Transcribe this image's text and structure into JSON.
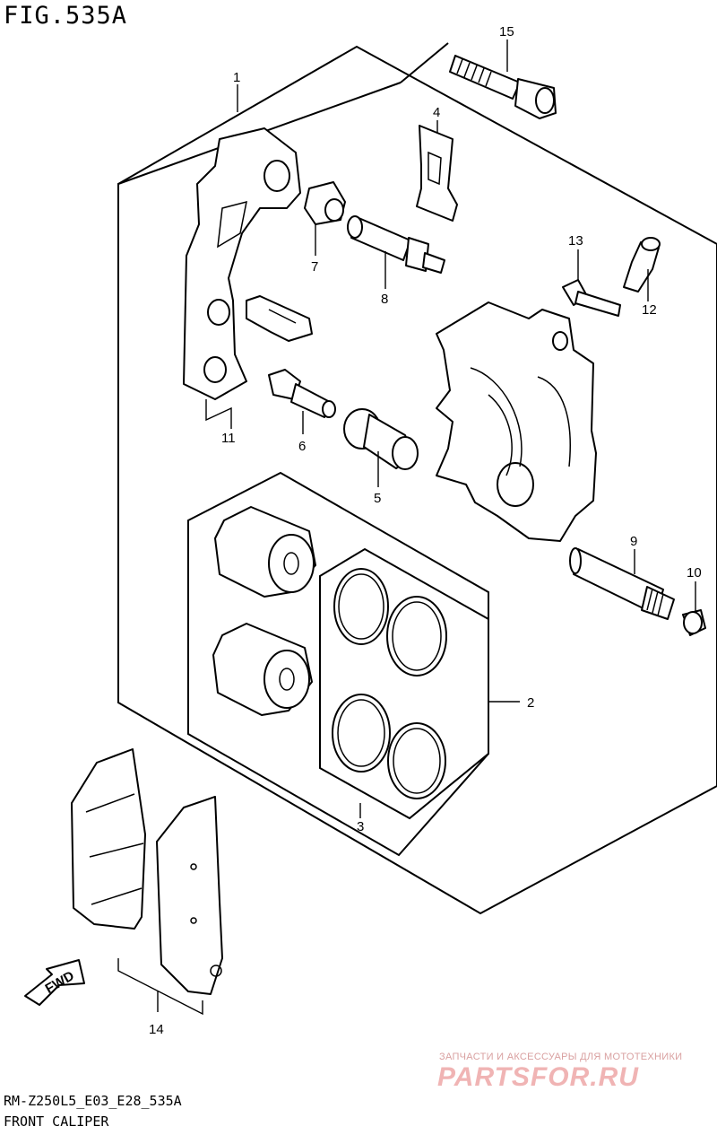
{
  "figure": {
    "title": "FIG.535A"
  },
  "callouts": {
    "c1": "1",
    "c2": "2",
    "c3": "3",
    "c4": "4",
    "c5": "5",
    "c6": "6",
    "c7": "7",
    "c8": "8",
    "c9": "9",
    "c10": "10",
    "c11": "11",
    "c12": "12",
    "c13": "13",
    "c14": "14",
    "c15": "15"
  },
  "direction_arrow": {
    "label": "FWD"
  },
  "watermark": {
    "tagline": "ЗАПЧАСТИ И АКСЕССУАРЫ ДЛЯ МОТОТЕХНИКИ",
    "logo": "PARTSFOR.RU"
  },
  "footer": {
    "model_code": "RM-Z250L5_E03_E28_535A",
    "section_name": "FRONT CALIPER"
  }
}
